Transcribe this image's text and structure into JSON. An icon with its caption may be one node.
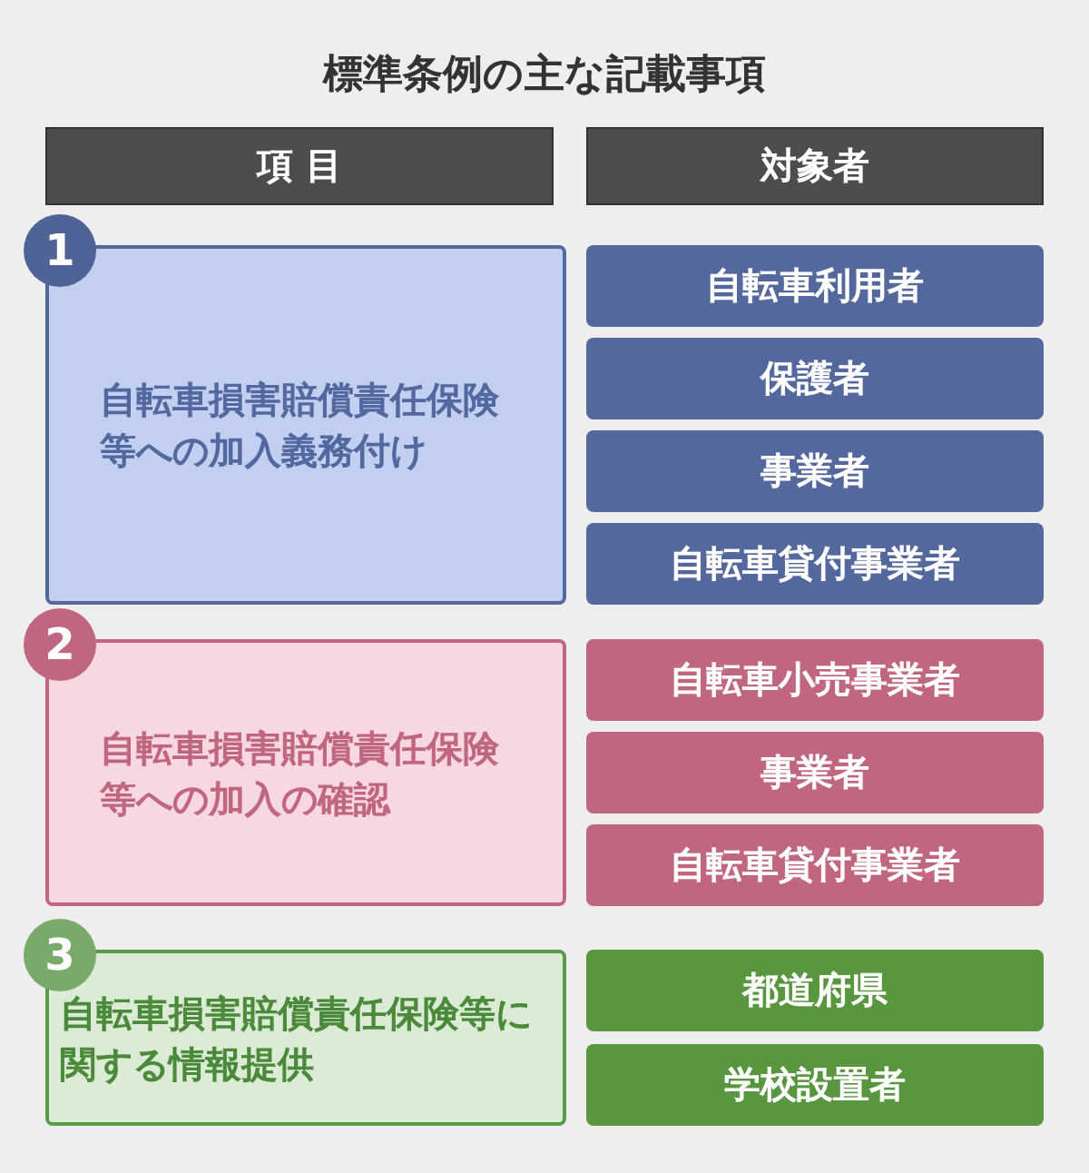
{
  "diagram": {
    "title": "標準条例の主な記載事項",
    "nodes": [
      {
        "text": [
          "項 目"
        ]
      },
      {
        "text": [
          "対象者"
        ]
      },
      {
        "text": [
          "1"
        ]
      },
      {
        "text": [
          "自転車損害賠償責任保険等への加入義務付け"
        ]
      },
      {
        "text": [
          "自転車利用者"
        ]
      },
      {
        "text": [
          "保護者"
        ]
      },
      {
        "text": [
          "事業者"
        ]
      },
      {
        "text": [
          "自転車貸付事業者"
        ]
      },
      {
        "text": [
          "2"
        ]
      },
      {
        "text": [
          "自転車損害賠償責任保険等への加入の確認"
        ]
      },
      {
        "text": [
          "自転車小売事業者"
        ]
      },
      {
        "text": [
          "事業者"
        ]
      },
      {
        "text": [
          "自転車貸付事業者"
        ]
      },
      {
        "text": [
          "3"
        ]
      },
      {
        "text": [
          "自転車損害賠償責任保険等に関する情報提供"
        ]
      },
      {
        "text": [
          "都道府県"
        ]
      },
      {
        "text": [
          "学校設置者"
        ]
      }
    ]
  }
}
